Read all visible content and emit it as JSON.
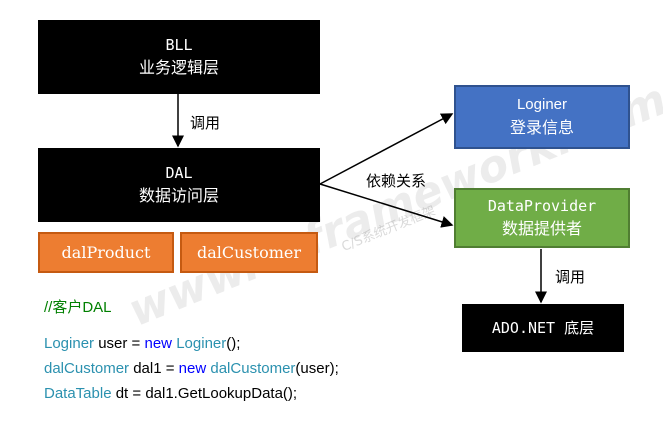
{
  "bll": {
    "line1": "BLL",
    "line2": "业务逻辑层"
  },
  "dal": {
    "line1": "DAL",
    "line2": "数据访问层"
  },
  "dal_product": "dalProduct",
  "dal_customer": "dalCustomer",
  "loginer": {
    "line1": "Loginer",
    "line2": "登录信息"
  },
  "dataprovider": {
    "line1": "DataProvider",
    "line2": "数据提供者"
  },
  "adonet": "ADO.NET 底层",
  "labels": {
    "call1": "调用",
    "dependency": "依赖关系",
    "call2": "调用"
  },
  "code": {
    "comment": "//客户DAL",
    "line1": {
      "type": "Loginer",
      "mid": " user = ",
      "kw": "new",
      "type2": "Loginer",
      "end": "();"
    },
    "line2": {
      "type": "dalCustomer",
      "mid": " dal1 = ",
      "kw": "new",
      "type2": "dalCustomer",
      "end": "(user);"
    },
    "line3": {
      "type": "DataTable",
      "mid": " dt = dal1.GetLookupData();"
    }
  },
  "watermark": {
    "main": "www.csframework.com",
    "sub": "C/S系统开发框架"
  },
  "colors": {
    "black": "#000000",
    "orange": "#ed7d31",
    "blue": "#4472c4",
    "green": "#70ad47",
    "comment": "#008000",
    "type": "#2b91af",
    "keyword": "#0000ff"
  }
}
